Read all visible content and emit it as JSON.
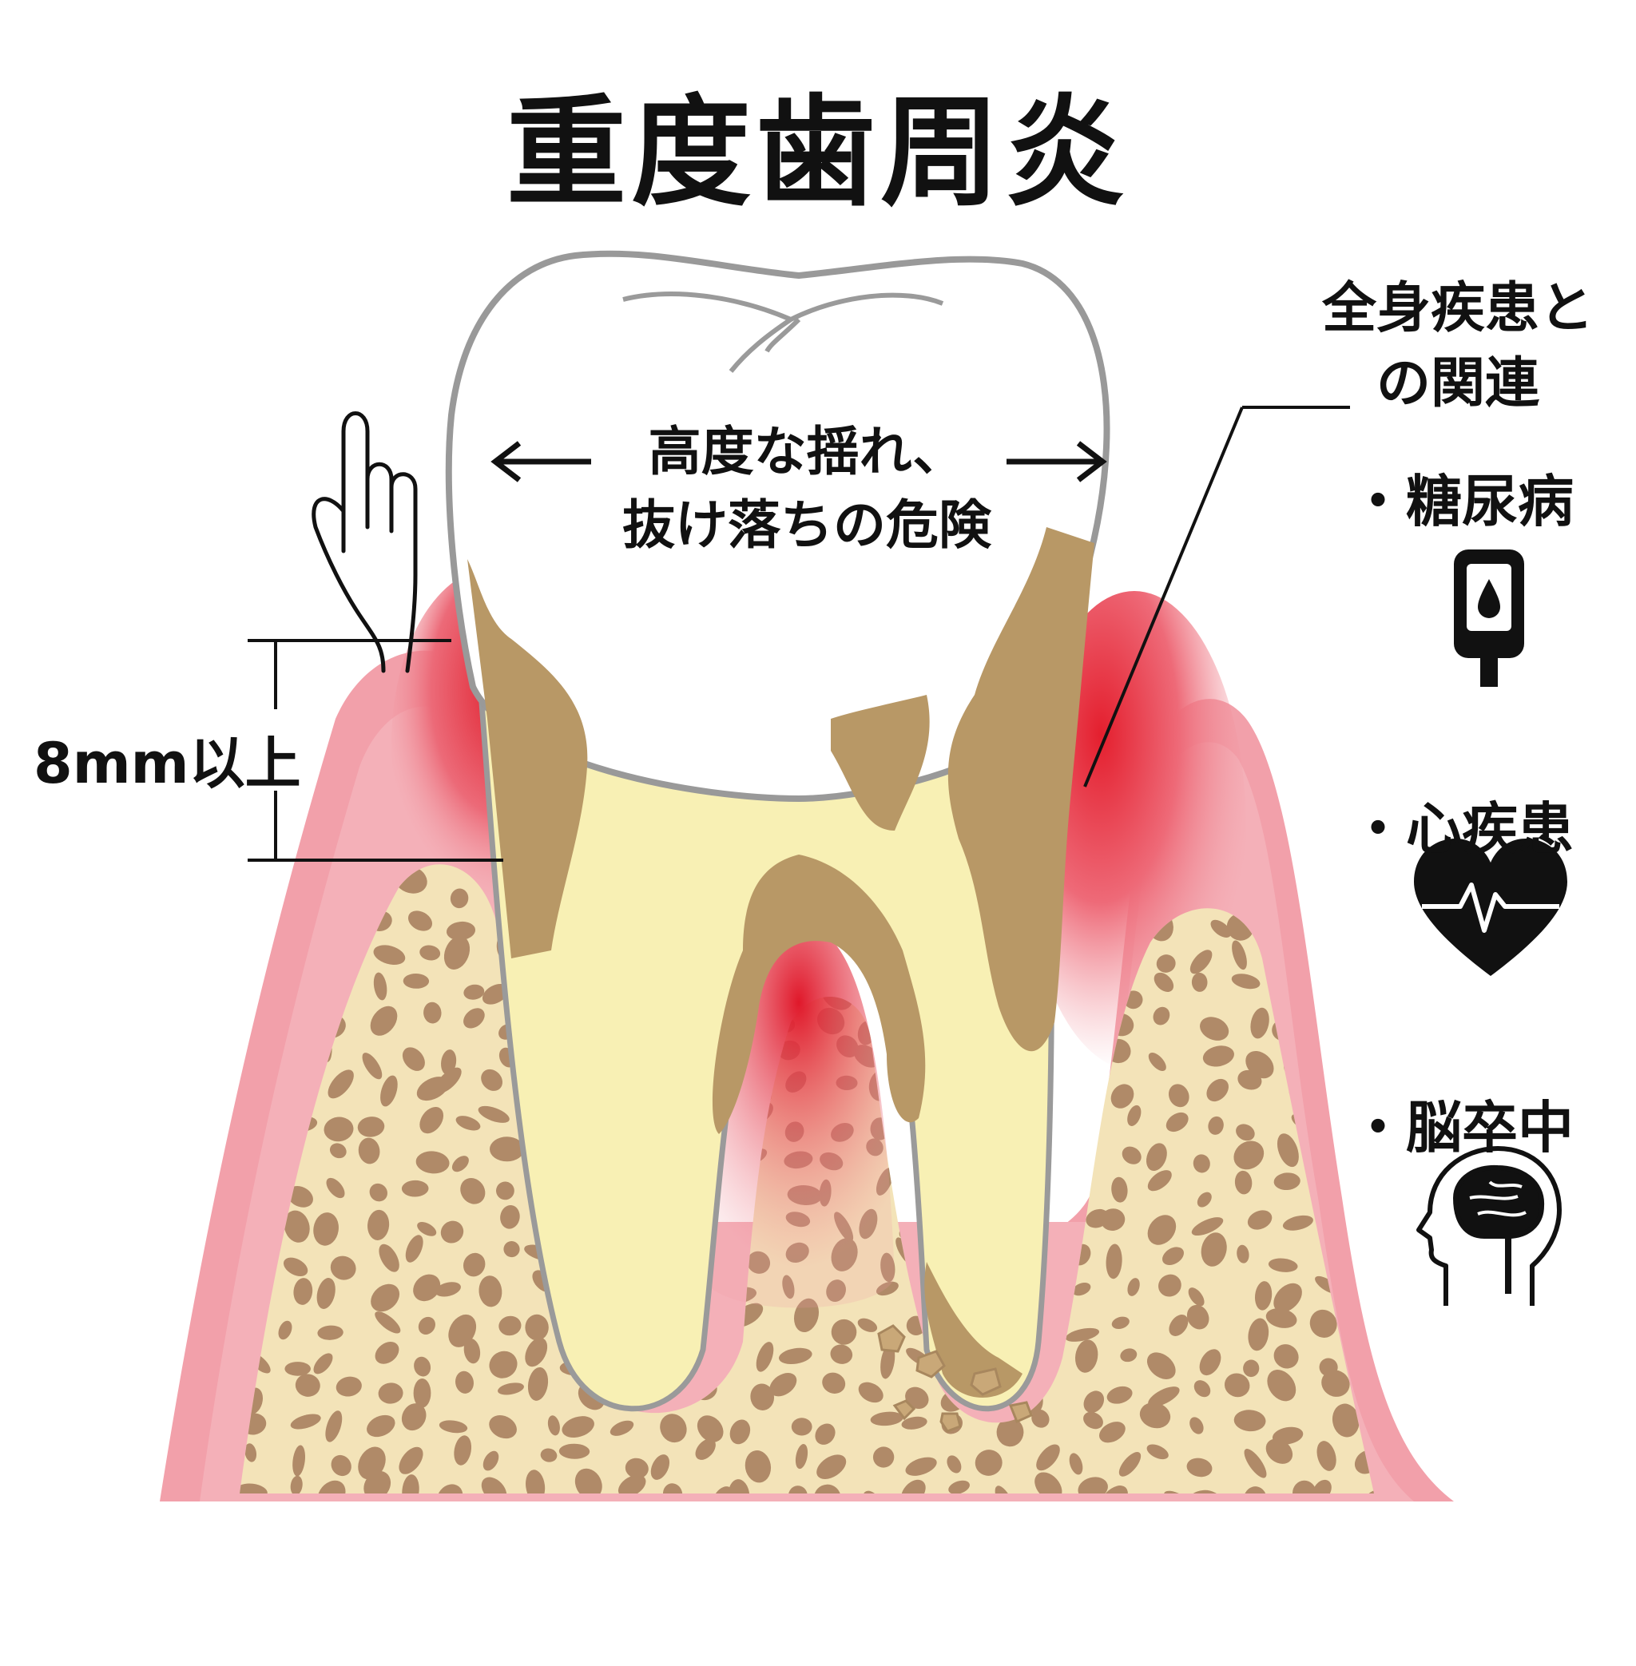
{
  "title": "重度歯周炎",
  "mobility_label": {
    "line1": "高度な揺れ、",
    "line2": "抜け落ちの危険"
  },
  "pocket_depth_label": "8mm以上",
  "systemic": {
    "heading_line1": "全身疾患と",
    "heading_line2": "の関連",
    "items": [
      {
        "label": "・糖尿病",
        "icon": "glucose-meter-icon"
      },
      {
        "label": "・心疾患",
        "icon": "heart-pulse-icon"
      },
      {
        "label": "・脳卒中",
        "icon": "brain-head-icon"
      }
    ]
  },
  "colors": {
    "gum": "#f0a0a8",
    "inflamed_gum": "#e8303c",
    "bone": "#f3e3b8",
    "bone_pore": "#b08a68",
    "tooth_root": "#f8f0b4",
    "tartar": "#b89866",
    "tooth_outline": "#999999"
  }
}
